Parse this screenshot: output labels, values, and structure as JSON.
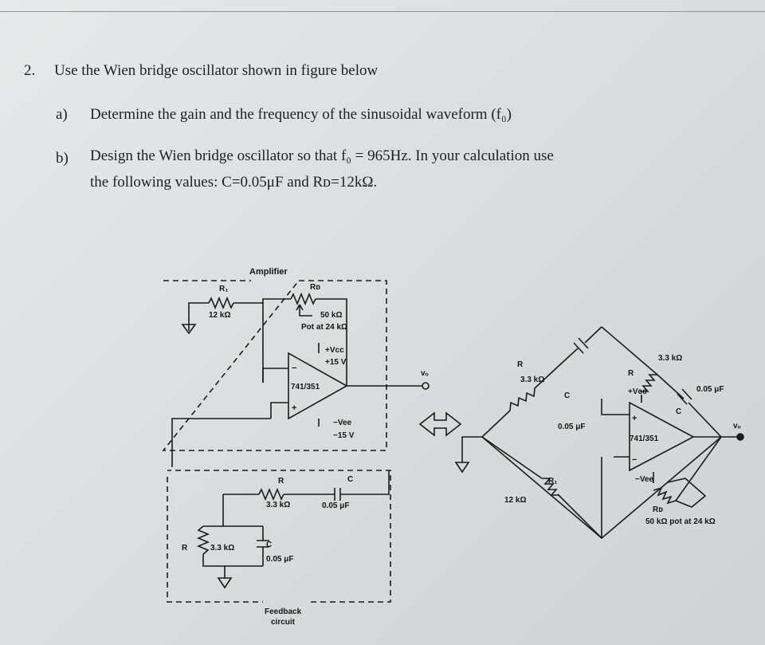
{
  "question": {
    "number": "2.",
    "text": "Use the Wien bridge oscillator shown in figure below",
    "part_a": {
      "label": "a)",
      "text": "Determine the gain and the frequency of the sinusoidal waveform (f₀)"
    },
    "part_b": {
      "label": "b)",
      "line1": "Design the Wien bridge oscillator so that f₀ = 965Hz. In your calculation use",
      "line2": "the following values: C=0.05μF and Rᴅ=12kΩ."
    }
  },
  "left_circuit": {
    "amplifier_label": "Amplifier",
    "r1_label": "R₁",
    "r1_value": "12 kΩ",
    "rf_label": "Rᴅ",
    "rf_value": "50 kΩ",
    "rf_note": "Pot at 24 kΩ",
    "vcc_label": "+Vcc",
    "vcc_value": "+15 V",
    "opamp_label": "741/351",
    "vee_label": "−Vee",
    "vee_value": "−15 V",
    "minus": "−",
    "plus": "+",
    "vo_label": "vₒ",
    "series_r_label": "R",
    "series_r_value": "3.3 kΩ",
    "series_c_label": "C",
    "series_c_value": "0.05 μF",
    "shunt_r_label": "R",
    "shunt_r_value": "3.3 kΩ",
    "shunt_c_label": "C",
    "shunt_c_value": "0.05 μF",
    "feedback_line1": "Feedback",
    "feedback_line2": "circuit"
  },
  "arrow": "⇔",
  "right_circuit": {
    "r_top_left_label": "R",
    "r_top_left_value": "3.3 kΩ",
    "c_top_left_label": "C",
    "c_top_left_value": "0.05 μF",
    "r_top_right_label": "R",
    "r_top_right_value": "3.3 kΩ",
    "c_top_right_label": "C",
    "c_top_right_value": "0.05 μF",
    "vcc_label": "+Vcc",
    "opamp_label": "741/351",
    "plus": "+",
    "minus": "−",
    "vee_label": "−Vee",
    "vo_label": "vₒ",
    "r1_label": "R₁",
    "r1_value": "12 kΩ",
    "rf_label": "Rᴅ",
    "rf_value": "50 kΩ pot at 24 kΩ"
  }
}
